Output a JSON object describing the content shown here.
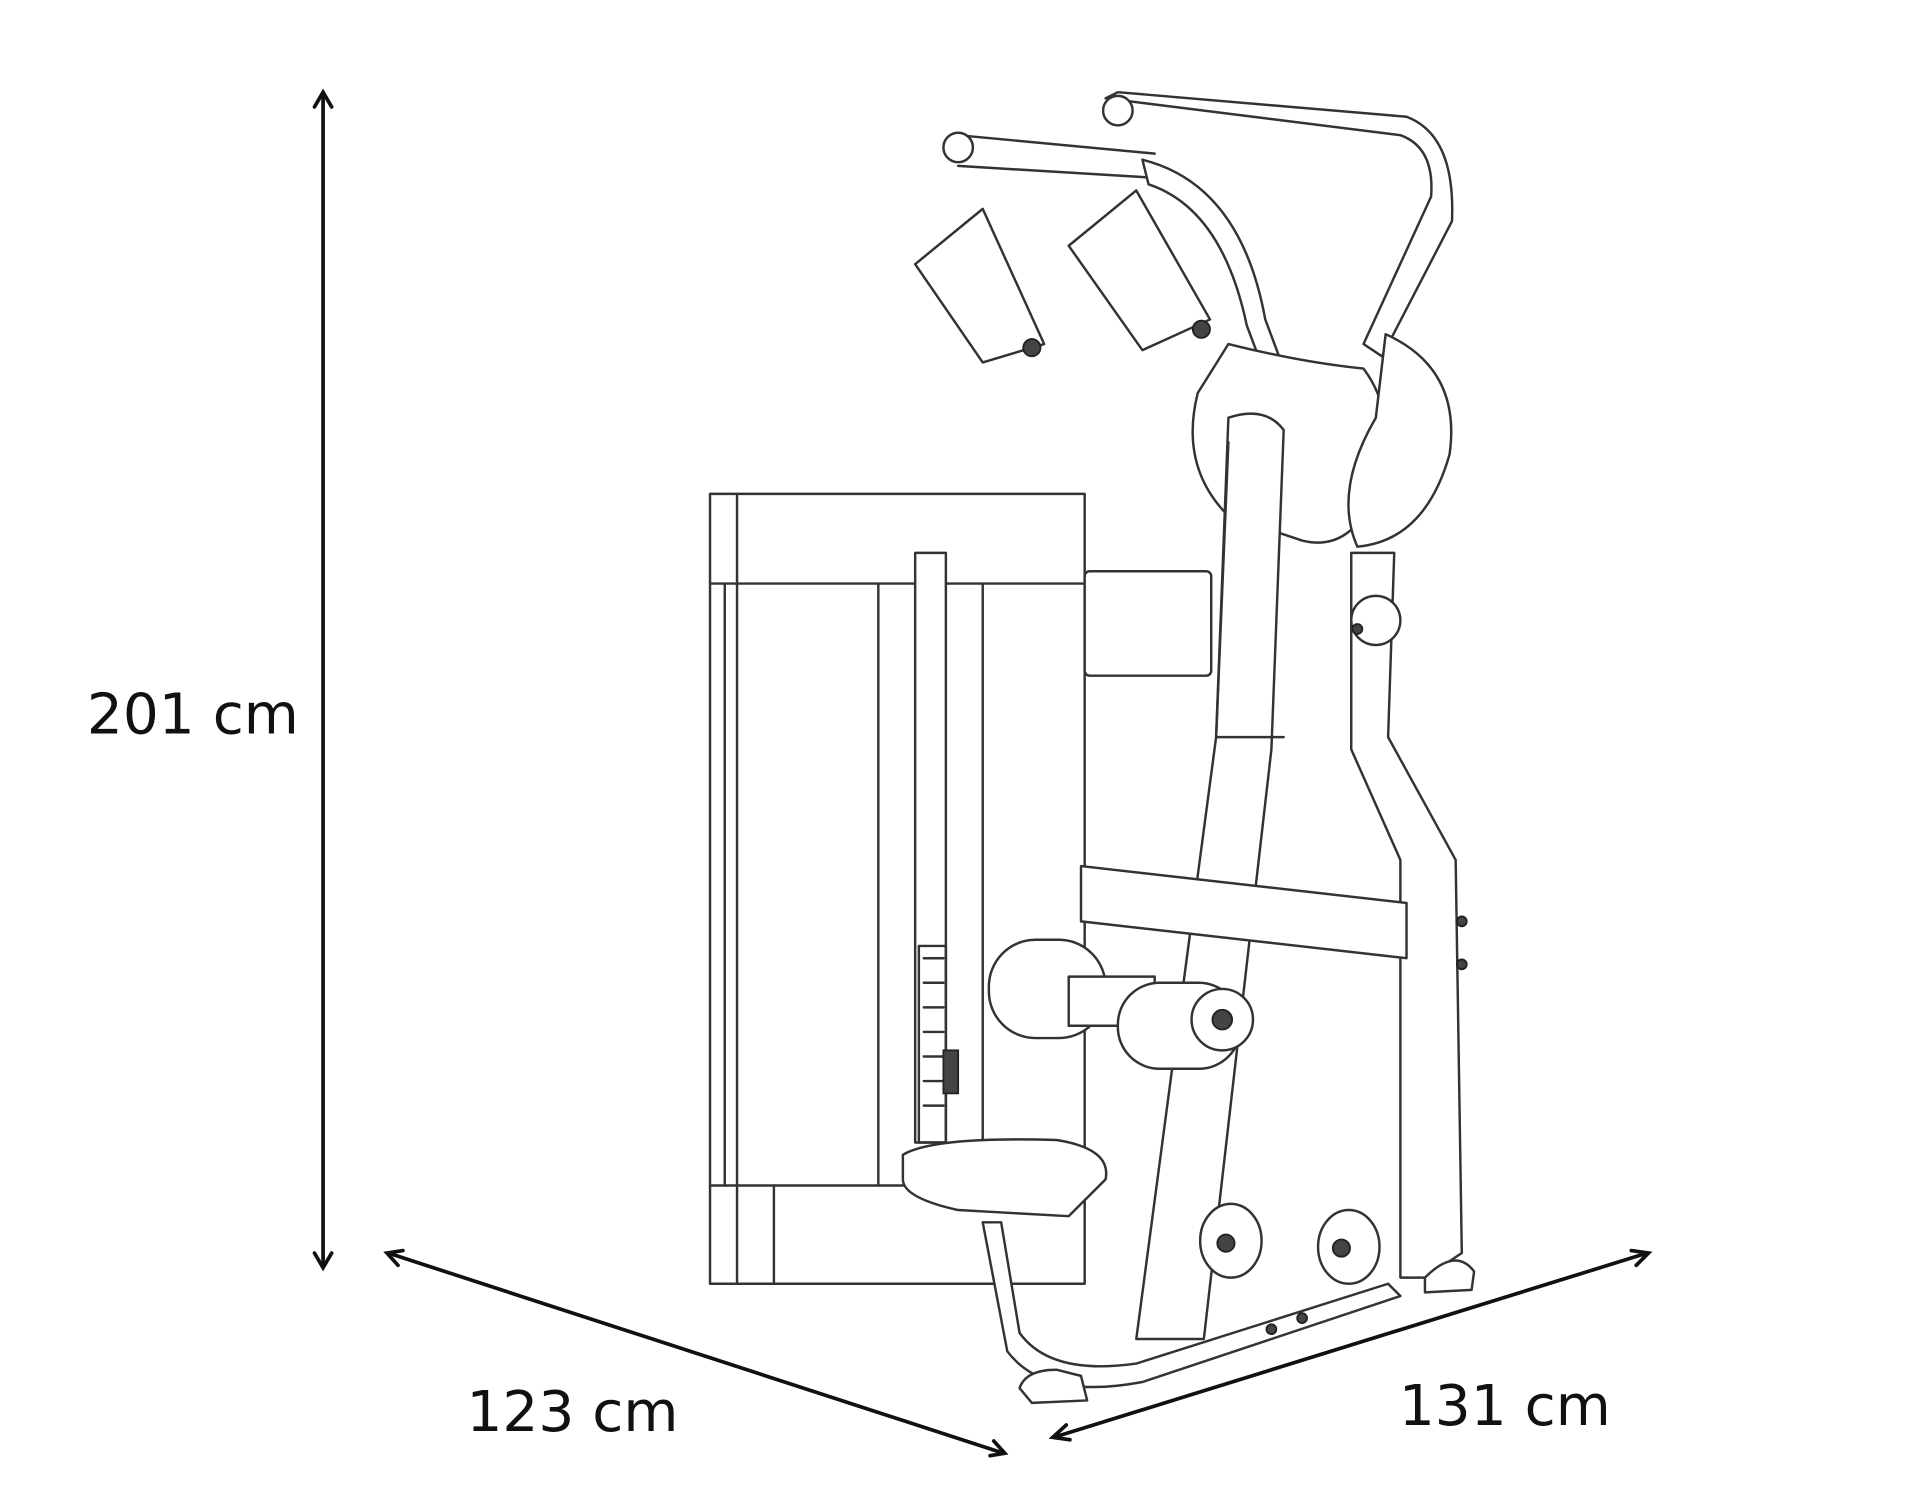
{
  "dimensions": {
    "height": "201 cm",
    "depth": "123 cm",
    "width": "131 cm"
  }
}
